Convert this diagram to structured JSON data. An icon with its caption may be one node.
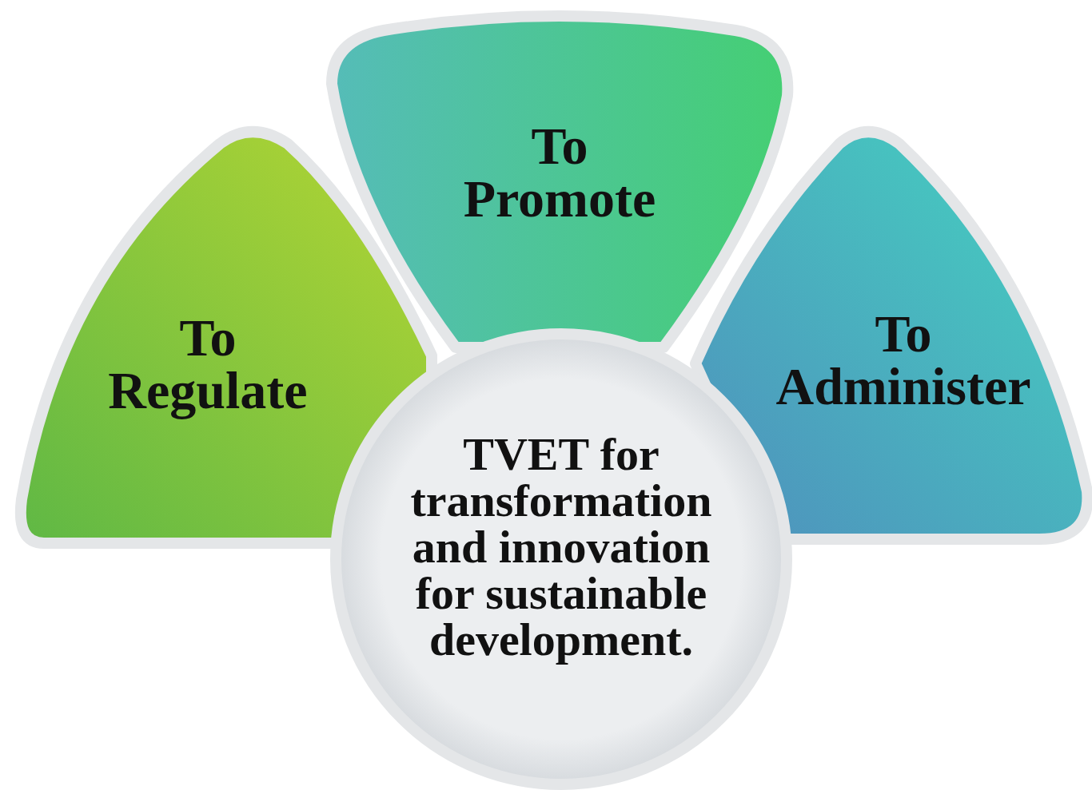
{
  "diagram": {
    "nodes": [
      {
        "text": [
          "To Regulate"
        ]
      },
      {
        "text": [
          "To Promote"
        ]
      },
      {
        "text": [
          "To Administer"
        ]
      },
      {
        "text": [
          "TVET for transformation and innovation for sustainable development."
        ]
      }
    ]
  }
}
